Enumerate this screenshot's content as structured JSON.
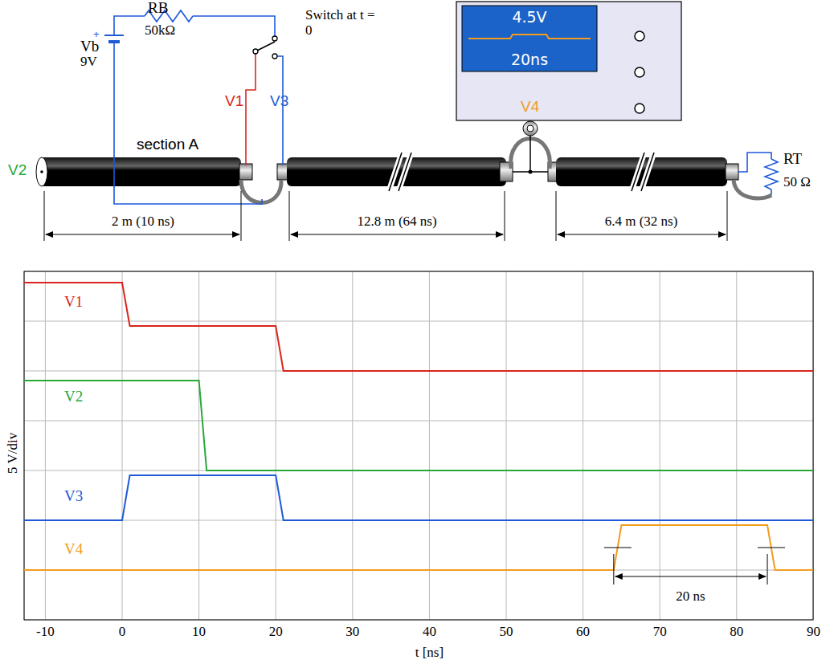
{
  "diagram": {
    "nodes": [
      {
        "text": [
          "4.5V",
          "20ns"
        ]
      }
    ],
    "labels": [
      "RB",
      "50kΩ",
      "+",
      "Vb",
      "9V",
      "Switch at t = 0",
      "V1",
      "V3",
      "V2",
      "section A",
      "2 m (10 ns)",
      "12.8 m (64 ns)",
      "6.4 m (32 ns)",
      "V4",
      "RT",
      "50 Ω",
      "V1",
      "V2",
      "V3",
      "V4",
      "5 V/div",
      "20 ns",
      "-10",
      "0",
      "10",
      "20",
      "30",
      "40",
      "50",
      "60",
      "70",
      "80",
      "90",
      "t [ns]"
    ]
  }
}
